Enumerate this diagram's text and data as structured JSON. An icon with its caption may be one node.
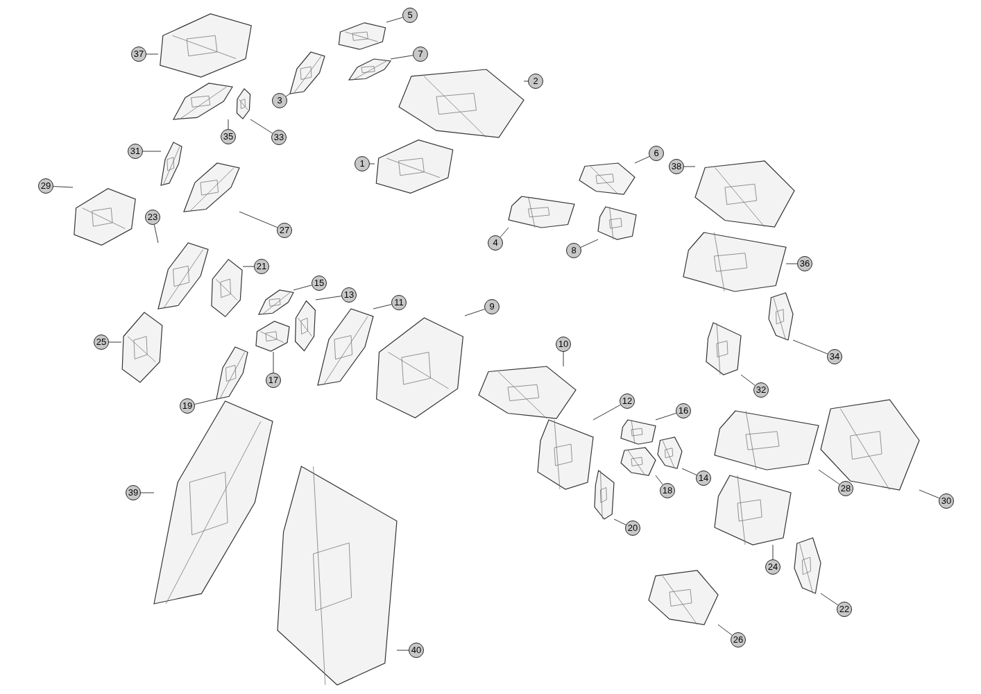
{
  "diagram": {
    "nodes": [
      {
        "text": [
          "1"
        ]
      },
      {
        "text": [
          "2"
        ]
      },
      {
        "text": [
          "3"
        ]
      },
      {
        "text": [
          "4"
        ]
      },
      {
        "text": [
          "5"
        ]
      },
      {
        "text": [
          "6"
        ]
      },
      {
        "text": [
          "7"
        ]
      },
      {
        "text": [
          "8"
        ]
      },
      {
        "text": [
          "9"
        ]
      },
      {
        "text": [
          "10"
        ]
      },
      {
        "text": [
          "11"
        ]
      },
      {
        "text": [
          "12"
        ]
      },
      {
        "text": [
          "13"
        ]
      },
      {
        "text": [
          "14"
        ]
      },
      {
        "text": [
          "15"
        ]
      },
      {
        "text": [
          "16"
        ]
      },
      {
        "text": [
          "17"
        ]
      },
      {
        "text": [
          "18"
        ]
      },
      {
        "text": [
          "19"
        ]
      },
      {
        "text": [
          "20"
        ]
      },
      {
        "text": [
          "21"
        ]
      },
      {
        "text": [
          "22"
        ]
      },
      {
        "text": [
          "23"
        ]
      },
      {
        "text": [
          "24"
        ]
      },
      {
        "text": [
          "25"
        ]
      },
      {
        "text": [
          "26"
        ]
      },
      {
        "text": [
          "27"
        ]
      },
      {
        "text": [
          "28"
        ]
      },
      {
        "text": [
          "29"
        ]
      },
      {
        "text": [
          "30"
        ]
      },
      {
        "text": [
          "31"
        ]
      },
      {
        "text": [
          "32"
        ]
      },
      {
        "text": [
          "33"
        ]
      },
      {
        "text": [
          "34"
        ]
      },
      {
        "text": [
          "35"
        ]
      },
      {
        "text": [
          "36"
        ]
      },
      {
        "text": [
          "37"
        ]
      },
      {
        "text": [
          "38"
        ]
      },
      {
        "text": [
          "39"
        ]
      },
      {
        "text": [
          "40"
        ]
      },
      {
        "text": [],
        "shape": "picture"
      },
      {
        "text": [],
        "shape": "picture"
      },
      {
        "text": [],
        "shape": "picture"
      },
      {
        "text": [],
        "shape": "picture"
      },
      {
        "text": [],
        "shape": "picture"
      },
      {
        "text": [],
        "shape": "picture"
      },
      {
        "text": [],
        "shape": "picture"
      },
      {
        "text": [],
        "shape": "picture"
      },
      {
        "text": [],
        "shape": "picture"
      },
      {
        "text": [],
        "shape": "picture"
      },
      {
        "text": [],
        "shape": "picture"
      },
      {
        "text": [],
        "shape": "picture"
      },
      {
        "text": [],
        "shape": "picture"
      },
      {
        "text": [],
        "shape": "picture"
      },
      {
        "text": [],
        "shape": "picture"
      },
      {
        "text": [],
        "shape": "picture"
      },
      {
        "text": [],
        "shape": "picture"
      },
      {
        "text": [],
        "shape": "picture"
      },
      {
        "text": [],
        "shape": "picture"
      },
      {
        "text": [],
        "shape": "picture"
      },
      {
        "text": [],
        "shape": "picture"
      },
      {
        "text": [],
        "shape": "picture"
      },
      {
        "text": [],
        "shape": "picture"
      },
      {
        "text": [],
        "shape": "picture"
      },
      {
        "text": [],
        "shape": "picture"
      },
      {
        "text": [],
        "shape": "picture"
      },
      {
        "text": [],
        "shape": "picture"
      },
      {
        "text": [],
        "shape": "picture"
      },
      {
        "text": [],
        "shape": "picture"
      },
      {
        "text": [],
        "shape": "picture"
      },
      {
        "text": [],
        "shape": "picture"
      },
      {
        "text": [],
        "shape": "picture"
      },
      {
        "text": [],
        "shape": "picture"
      },
      {
        "text": [],
        "shape": "picture"
      },
      {
        "text": [],
        "shape": "picture"
      },
      {
        "text": [],
        "shape": "picture"
      },
      {
        "text": [],
        "shape": "picture"
      },
      {
        "text": [],
        "shape": "picture"
      },
      {
        "text": [],
        "shape": "picture"
      },
      {
        "text": [],
        "shape": "picture"
      }
    ],
    "edges": [
      {
        "from": 0,
        "to": 40,
        "arrow": "none"
      },
      {
        "from": 1,
        "to": 41,
        "arrow": "none"
      },
      {
        "from": 2,
        "to": 42,
        "arrow": "none"
      },
      {
        "from": 3,
        "to": 43,
        "arrow": "none"
      },
      {
        "from": 4,
        "to": 44,
        "arrow": "none"
      },
      {
        "from": 5,
        "to": 45,
        "arrow": "none"
      },
      {
        "from": 6,
        "to": 46,
        "arrow": "none"
      },
      {
        "from": 7,
        "to": 47,
        "arrow": "none"
      },
      {
        "from": 8,
        "to": 48,
        "arrow": "none"
      },
      {
        "from": 9,
        "to": 49,
        "arrow": "none"
      },
      {
        "from": 10,
        "to": 50,
        "arrow": "none"
      },
      {
        "from": 11,
        "to": 51,
        "arrow": "none"
      },
      {
        "from": 12,
        "to": 52,
        "arrow": "none"
      },
      {
        "from": 13,
        "to": 53,
        "arrow": "none"
      },
      {
        "from": 14,
        "to": 54,
        "arrow": "none"
      },
      {
        "from": 15,
        "to": 55,
        "arrow": "none"
      },
      {
        "from": 16,
        "to": 56,
        "arrow": "none"
      },
      {
        "from": 17,
        "to": 57,
        "arrow": "none"
      },
      {
        "from": 18,
        "to": 58,
        "arrow": "none"
      },
      {
        "from": 19,
        "to": 59,
        "arrow": "none"
      },
      {
        "from": 20,
        "to": 60,
        "arrow": "none"
      },
      {
        "from": 21,
        "to": 61,
        "arrow": "none"
      },
      {
        "from": 22,
        "to": 62,
        "arrow": "none"
      },
      {
        "from": 23,
        "to": 63,
        "arrow": "none"
      },
      {
        "from": 24,
        "to": 64,
        "arrow": "none"
      },
      {
        "from": 25,
        "to": 65,
        "arrow": "none"
      },
      {
        "from": 26,
        "to": 66,
        "arrow": "none"
      },
      {
        "from": 27,
        "to": 67,
        "arrow": "none"
      },
      {
        "from": 28,
        "to": 68,
        "arrow": "none"
      },
      {
        "from": 29,
        "to": 69,
        "arrow": "none"
      },
      {
        "from": 30,
        "to": 70,
        "arrow": "none"
      },
      {
        "from": 31,
        "to": 71,
        "arrow": "none"
      },
      {
        "from": 32,
        "to": 72,
        "arrow": "none"
      },
      {
        "from": 33,
        "to": 73,
        "arrow": "none"
      },
      {
        "from": 34,
        "to": 74,
        "arrow": "none"
      },
      {
        "from": 35,
        "to": 75,
        "arrow": "none"
      },
      {
        "from": 36,
        "to": 76,
        "arrow": "none"
      },
      {
        "from": 37,
        "to": 77,
        "arrow": "none"
      },
      {
        "from": 38,
        "to": 78,
        "arrow": "none"
      },
      {
        "from": 39,
        "to": 79,
        "arrow": "none"
      }
    ]
  }
}
